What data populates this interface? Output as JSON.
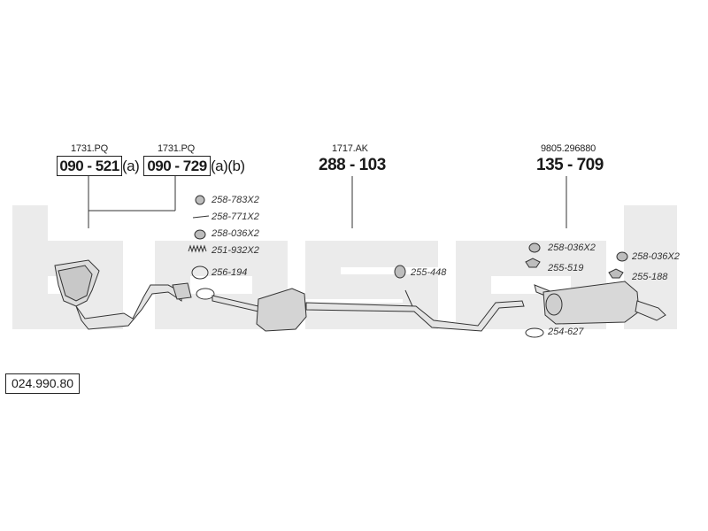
{
  "watermark_word": "bosal",
  "catalog_number": "024.990.80",
  "main_parts": [
    {
      "ref": "1731.PQ",
      "number": "090 - 521",
      "suffix": "(a)"
    },
    {
      "ref": "1731.PQ",
      "number": "090 - 729",
      "suffix": "(a)(b)"
    },
    {
      "ref": "1717.AK",
      "number": "288 - 103"
    },
    {
      "ref": "9805.296880",
      "number": "135 - 709"
    }
  ],
  "small_parts": [
    {
      "label": "258-783X2",
      "icon": "clamp-ring-icon"
    },
    {
      "label": "258-771X2",
      "icon": "bolt-icon"
    },
    {
      "label": "258-036X2",
      "icon": "rubber-mount-icon"
    },
    {
      "label": "251-932X2",
      "icon": "spring-icon"
    },
    {
      "label": "256-194",
      "icon": "gasket-ring-icon"
    },
    {
      "label": "255-448",
      "icon": "hanger-icon"
    },
    {
      "label": "258-036X2",
      "icon": "rubber-mount-icon"
    },
    {
      "label": "255-519",
      "icon": "bracket-icon"
    },
    {
      "label": "258-036X2",
      "icon": "rubber-mount-icon"
    },
    {
      "label": "255-188",
      "icon": "bracket-icon"
    },
    {
      "label": "254-627",
      "icon": "clamp-icon"
    }
  ],
  "colors": {
    "watermark": "#ebebeb",
    "line": "#333333",
    "part_fill": "#dcdcdc"
  }
}
